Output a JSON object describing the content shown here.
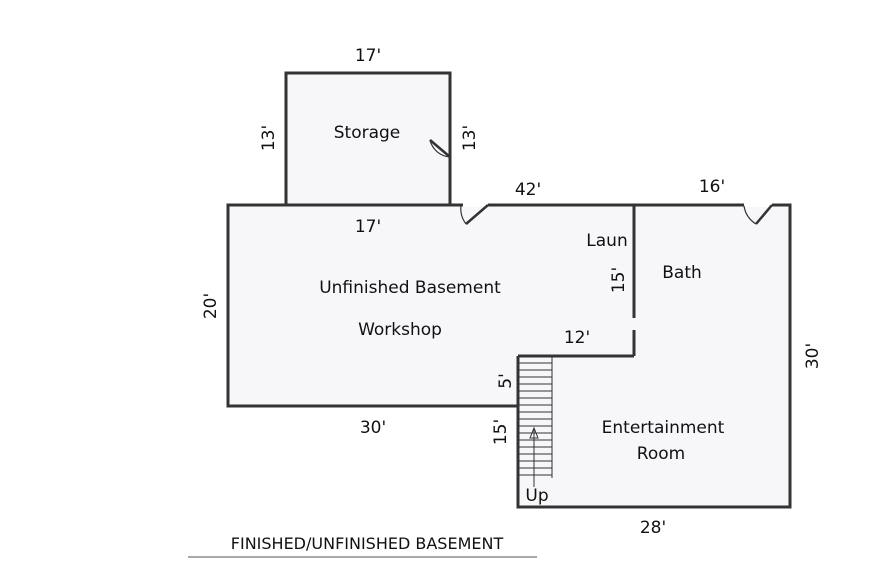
{
  "title": "FINISHED/UNFINISHED BASEMENT",
  "rooms": {
    "storage": "Storage",
    "unfinished": "Unfinished Basement",
    "workshop": "Workshop",
    "laundry": "Laun",
    "bath": "Bath",
    "entertainment_1": "Entertainment",
    "entertainment_2": "Room",
    "stairs": "Up"
  },
  "dimensions": {
    "storage_top": "17'",
    "storage_left": "13'",
    "storage_right": "13'",
    "storage_bottom": "17'",
    "main_top": "42'",
    "bath_top": "16'",
    "basement_left": "20'",
    "laundry_wall": "15'",
    "offset_wall": "12'",
    "right_wall": "30'",
    "basement_bottom": "30'",
    "stair_upper": "5'",
    "stair_lower": "15'",
    "entertainment_bottom": "28'"
  },
  "colors": {
    "wall": "#333333",
    "floor": "#f7f6f8"
  }
}
